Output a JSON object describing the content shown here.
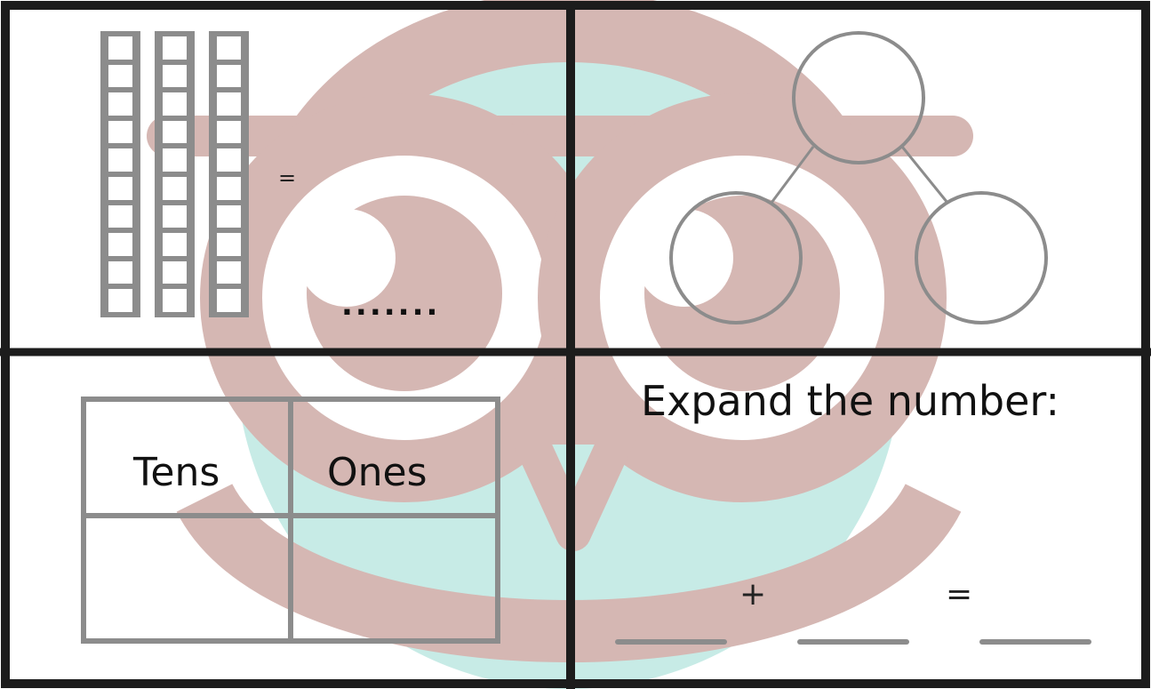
{
  "watermark": {
    "logo": "owl-logo",
    "colors": {
      "mauve": "#d5b7b3",
      "teal": "#c7ebe6"
    }
  },
  "base_ten": {
    "rods": 3,
    "cells_per_rod": 10,
    "equals": "=",
    "blank": "......."
  },
  "number_bond": {
    "circles": 3
  },
  "place_value_table": {
    "headers": [
      "Tens",
      "Ones"
    ]
  },
  "expand": {
    "prompt": "Expand the number:",
    "plus": "+",
    "equals": "=",
    "blanks": 3
  },
  "colors": {
    "border": "#1c1c1c",
    "gray": "#8c8c8c"
  }
}
